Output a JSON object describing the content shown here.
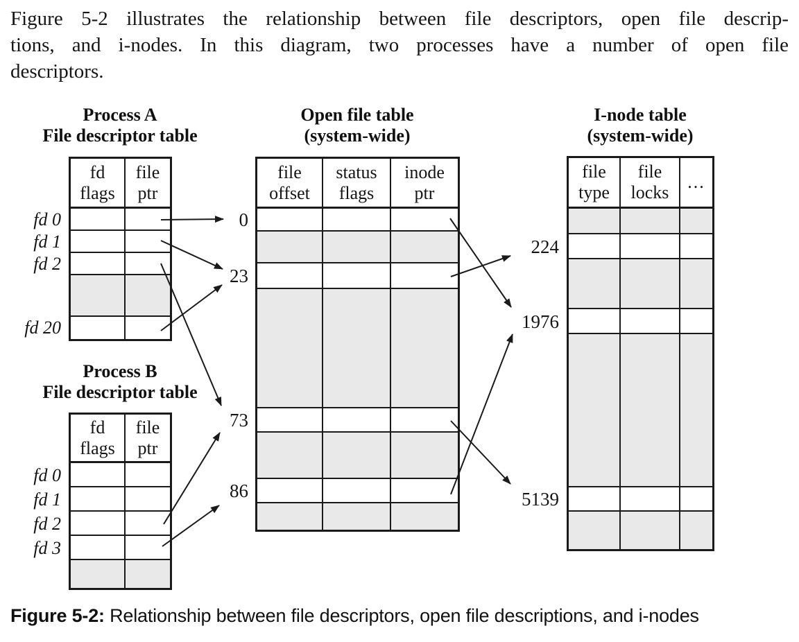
{
  "intro": {
    "line1": "Figure 5-2 illustrates the relationship between file descriptors, open file descrip-",
    "line2": "tions, and i-nodes. In this diagram, two processes have a number of open file",
    "line3": "descriptors."
  },
  "process_a": {
    "title1": "Process A",
    "title2": "File descriptor table",
    "headers": [
      "fd\nflags",
      "file\nptr"
    ],
    "row_labels": [
      "fd 0",
      "fd 1",
      "fd 2",
      "fd 20"
    ]
  },
  "process_b": {
    "title1": "Process B",
    "title2": "File descriptor table",
    "headers": [
      "fd\nflags",
      "file\nptr"
    ],
    "row_labels": [
      "fd 0",
      "fd 1",
      "fd 2",
      "fd 3"
    ]
  },
  "open_file_table": {
    "title1": "Open file table",
    "title2": "(system-wide)",
    "headers": [
      "file\noffset",
      "status\nflags",
      "inode\nptr"
    ],
    "row_labels": [
      "0",
      "23",
      "73",
      "86"
    ]
  },
  "inode_table": {
    "title1": "I-node table",
    "title2": "(system-wide)",
    "headers": [
      "file\ntype",
      "file\nlocks",
      "..."
    ],
    "row_labels": [
      "224",
      "1976",
      "5139"
    ]
  },
  "caption": {
    "prefix": "Figure 5-2:",
    "text": " Relationship between file descriptors, open file descriptions, and i-nodes"
  },
  "colors": {
    "shaded_row": "#e9e9e9",
    "line_color": "#1a1a1a"
  },
  "connections": [
    {
      "from": "process-a-fd0",
      "to": "open-file-0"
    },
    {
      "from": "process-a-fd1",
      "to": "open-file-23"
    },
    {
      "from": "process-a-fd2",
      "to": "open-file-73"
    },
    {
      "from": "process-a-fd20",
      "to": "open-file-23"
    },
    {
      "from": "process-b-fd2",
      "to": "open-file-73"
    },
    {
      "from": "process-b-fd3",
      "to": "open-file-86"
    },
    {
      "from": "open-file-0",
      "to": "inode-1976"
    },
    {
      "from": "open-file-23",
      "to": "inode-224"
    },
    {
      "from": "open-file-73",
      "to": "inode-5139"
    },
    {
      "from": "open-file-86",
      "to": "inode-1976"
    }
  ]
}
